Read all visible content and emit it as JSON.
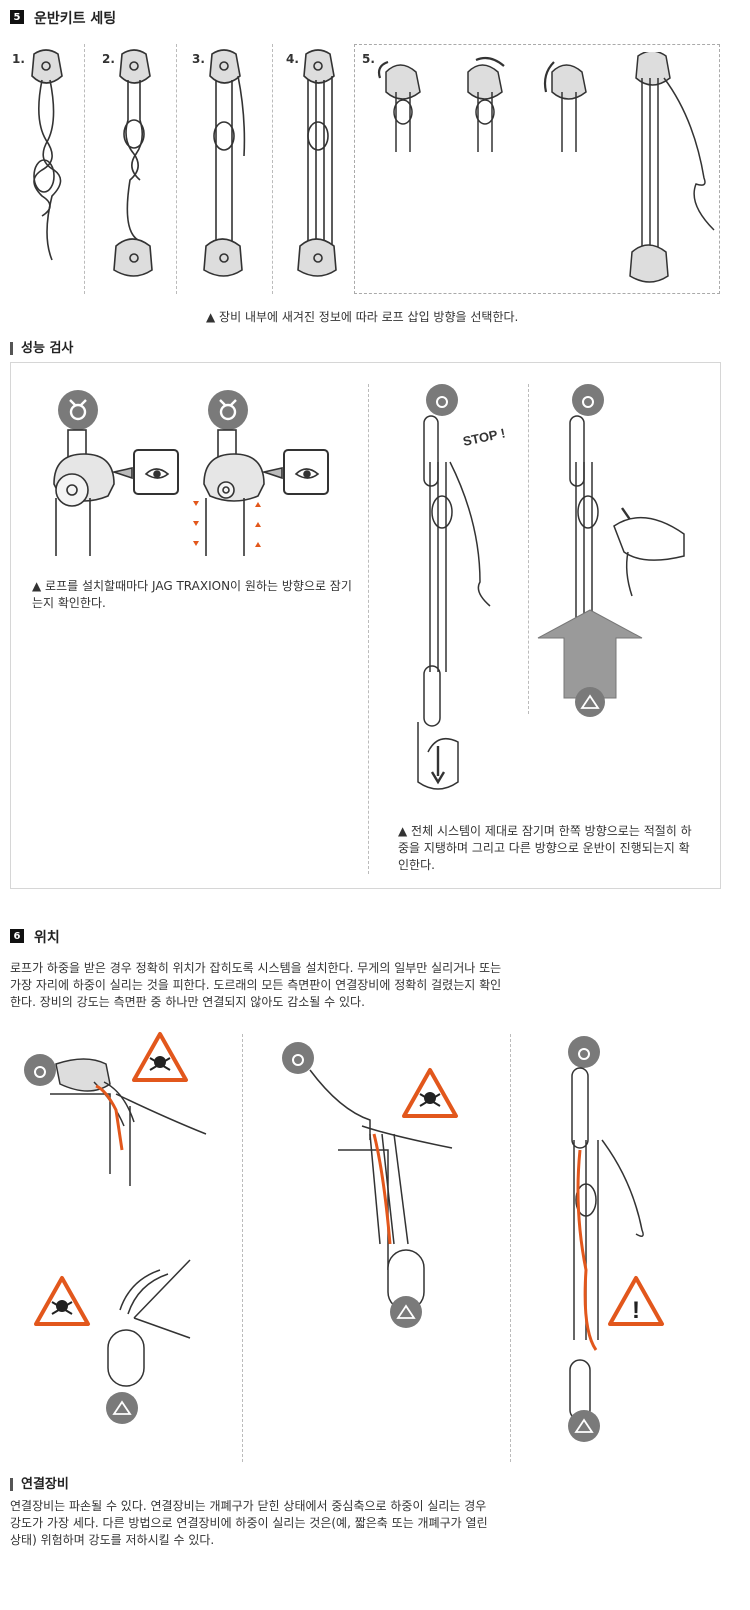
{
  "section5": {
    "number": "5",
    "title": "운반키트 세팅",
    "steps": [
      "1.",
      "2.",
      "3.",
      "4.",
      "5."
    ],
    "caption": "▲ 장비 내부에 새겨진 정보에 따라 로프 삽입 방향을 선택한다."
  },
  "performance": {
    "title": "성능 검사",
    "caption_left": "▲ 로프를 설치할때마다 JAG TRAXION이 원하는 방향으로 잠기는지 확인한다.",
    "stop_label": "STOP !",
    "caption_right": "▲ 전체 시스템이 제대로 잠기며 한쪽 방향으로는 적절히 하중을 지탱하며 그리고 다른 방향으로 운반이 진행되는지 확인한다."
  },
  "section6": {
    "number": "6",
    "title": "위치",
    "body": "로프가 하중을 받은 경우 정확히 위치가 잡히도록 시스템을 설치한다. 무게의 일부만 실리거나 또는 가장 자리에 하중이 실리는 것을 피한다. 도르래의 모든 측면판이 연결장비에 정확히 걸렸는지 확인한다. 장비의 강도는 측면판 중 하나만 연결되지 않아도 감소될 수 있다.",
    "warning_mark": "!"
  },
  "connectors": {
    "title": "연결장비",
    "body": "연결장비는 파손될 수 있다. 연결장비는 개폐구가 닫힌 상태에서 중심축으로 하중이 실리는 경우 강도가 가장 세다. 다른 방법으로 연결장비에 하중이 실리는 것은(예, 짧은축 또는 개폐구가 열린 상태) 위험하며 강도를 저하시킬 수 있다."
  },
  "colors": {
    "accent_orange": "#e2571c",
    "grey_icon": "#7a7a7a",
    "line": "#333333"
  },
  "icons": [
    "anchor-icon",
    "load-icon",
    "danger-skull-icon",
    "warning-icon",
    "eye-icon",
    "hand-icon",
    "arrow-up-icon"
  ]
}
